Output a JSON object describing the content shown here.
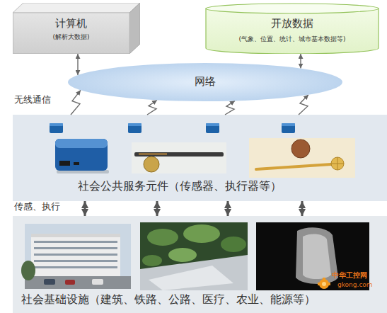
{
  "diagram": {
    "nodes": [
      {
        "text": [
          "计算机",
          "(解析大数据)"
        ]
      },
      {
        "text": [
          "开放数据",
          "(气象、位置、统计、城市基本数据等)"
        ]
      },
      {
        "text": [
          "网络"
        ]
      },
      {
        "text": [
          "社会公共服务元件（传感器、执行器等）"
        ]
      },
      {
        "text": [
          "社会基础设施（建筑、铁路、公路、医疗、农业、能源等）"
        ]
      }
    ],
    "edges": [
      {
        "from": 0,
        "to": 2,
        "arrow": "both"
      },
      {
        "from": 1,
        "to": 2,
        "arrow": "both"
      },
      {
        "from": 3,
        "to": 2,
        "arrow": "to"
      },
      {
        "from": 3,
        "to": 2,
        "arrow": "to"
      },
      {
        "from": 3,
        "to": 2,
        "arrow": "to"
      },
      {
        "from": 3,
        "to": 2,
        "arrow": "to"
      },
      {
        "from": 3,
        "to": 4,
        "arrow": "both"
      },
      {
        "from": 3,
        "to": 4,
        "arrow": "both"
      },
      {
        "from": 3,
        "to": 4,
        "arrow": "both"
      },
      {
        "from": 3,
        "to": 4,
        "arrow": "both"
      }
    ],
    "labels": [
      "无线通信",
      "传感、执行",
      "中华工控网",
      "gkong.com"
    ]
  }
}
